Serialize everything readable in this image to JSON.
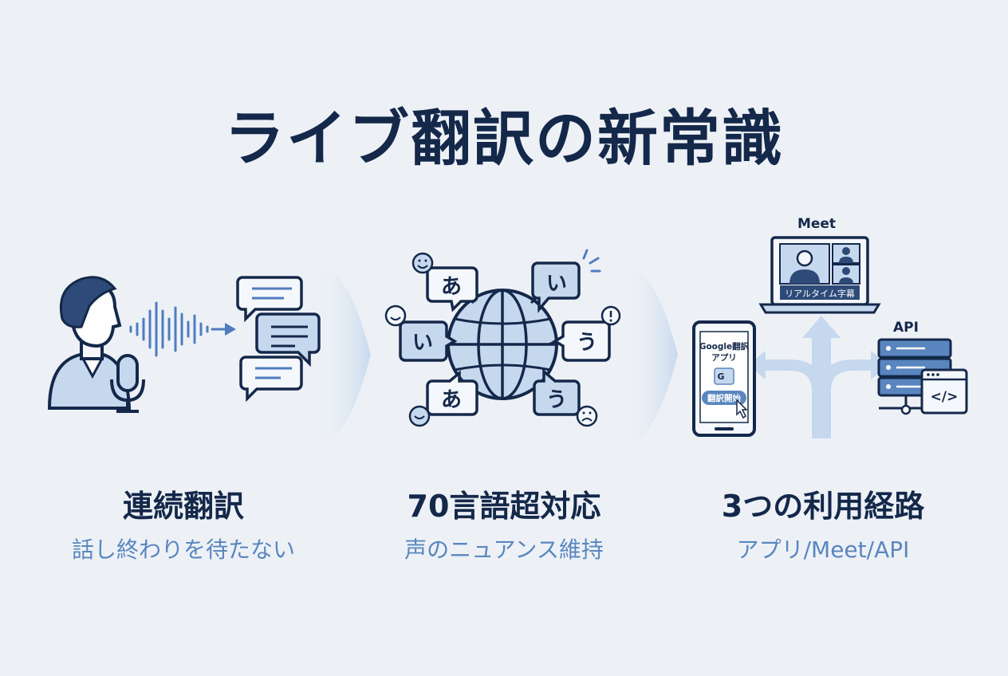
{
  "title": "ライブ翻訳の新常識",
  "features": [
    {
      "heading": "連続翻訳",
      "sub": "話し終わりを待たない"
    },
    {
      "heading": "70言語超対応",
      "sub": "声のニュアンス維持"
    },
    {
      "heading": "3つの利用経路",
      "sub": "アプリ/Meet/API"
    }
  ],
  "bubbles": {
    "a1": "あ",
    "i1": "い",
    "i2": "い",
    "u1": "う",
    "a2": "あ",
    "u2": "う"
  },
  "routes": {
    "meet_label": "Meet",
    "meet_caption": "リアルタイム字幕",
    "phone_app": "Google翻訳",
    "phone_app2": "アプリ",
    "phone_button": "翻訳開始",
    "api_label": "API",
    "code_glyph": "</>"
  },
  "colors": {
    "navy": "#14284a",
    "accent": "#5a86bf",
    "light": "#c5d8ee",
    "bg": "#edf1f6"
  }
}
